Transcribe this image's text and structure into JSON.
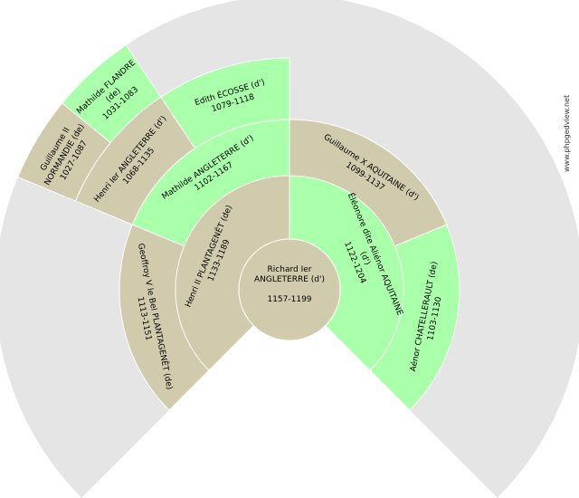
{
  "colors": {
    "background_ring": "#e5e5e5",
    "male": "#cfcbac",
    "female": "#aaffaa",
    "separator": "#ffffff"
  },
  "watermark": "www.phpgedview.net",
  "center": {
    "name_line1": "Richard Ier",
    "name_line2": "ANGLETERRE (d')",
    "dates": "1157-1199"
  },
  "persons": {
    "father": {
      "lines": [
        "Henri II PLANTAGENÊT (de)",
        "1133-1189"
      ],
      "sex": "male"
    },
    "mother": {
      "lines": [
        "Éléonore dite Aliénor AQUITAINE",
        "(d')",
        "1122-1204"
      ],
      "sex": "female"
    },
    "ff": {
      "lines": [
        "Geoffroy V le Bel PLANTAGENÊT (de)",
        "1113-1151"
      ],
      "sex": "male"
    },
    "fm": {
      "lines": [
        "Mathilde ANGLETERRE (d')",
        "1102-1167"
      ],
      "sex": "female"
    },
    "mf": {
      "lines": [
        "Guillaume X AQUITAINE (d')",
        "1099-1137"
      ],
      "sex": "male"
    },
    "mm": {
      "lines": [
        "Aénor CHATELLERAULT (de)",
        "1103-1130"
      ],
      "sex": "female"
    },
    "fmf": {
      "lines": [
        "Henri Ier ANGLETERRE (d')",
        "1068-1135"
      ],
      "sex": "male"
    },
    "fmm": {
      "lines": [
        "Edith ÉCOSSE (d')",
        "1079-1118"
      ],
      "sex": "female"
    },
    "fmff": {
      "lines": [
        "Guillaume II",
        "NORMANDIE (de)",
        "1027-1087"
      ],
      "sex": "male"
    },
    "fmfm": {
      "lines": [
        "Mathilde FLANDRE",
        "(de)",
        "1031-1083"
      ],
      "sex": "female"
    }
  }
}
